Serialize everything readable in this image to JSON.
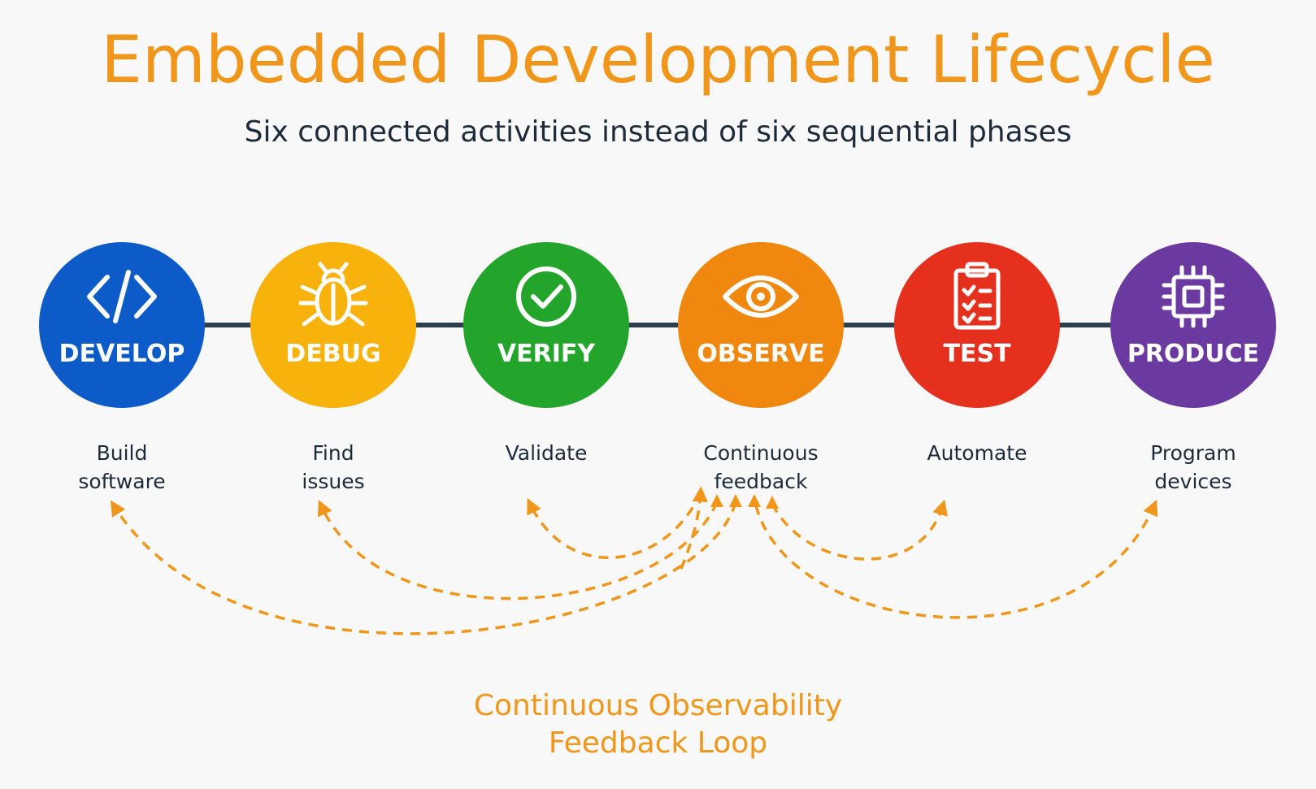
{
  "title": "Embedded Development Lifecycle",
  "subtitle": "Six connected activities instead of six sequential phases",
  "colors": {
    "title": "#f0961a",
    "text": "#1e2b3a",
    "connector": "#2f3e4c",
    "arrow": "#f0961a",
    "background": "#f8f8f8"
  },
  "stages": [
    {
      "name": "DEVELOP",
      "icon": "code-icon",
      "color": "#0c5bc8",
      "desc": [
        "Build",
        "software"
      ]
    },
    {
      "name": "DEBUG",
      "icon": "bug-icon",
      "color": "#f8b20c",
      "desc": [
        "Find",
        "issues"
      ]
    },
    {
      "name": "VERIFY",
      "icon": "check-circle-icon",
      "color": "#23a52c",
      "desc": [
        "Validate"
      ]
    },
    {
      "name": "OBSERVE",
      "icon": "eye-icon",
      "color": "#f0870f",
      "desc": [
        "Continuous",
        "feedback"
      ]
    },
    {
      "name": "TEST",
      "icon": "clipboard-checklist-icon",
      "color": "#e5301d",
      "desc": [
        "Automate"
      ]
    },
    {
      "name": "PRODUCE",
      "icon": "chip-icon",
      "color": "#6a3aa0",
      "desc": [
        "Program",
        "devices"
      ]
    }
  ],
  "loop_label": [
    "Continuous Observability",
    "Feedback Loop"
  ]
}
